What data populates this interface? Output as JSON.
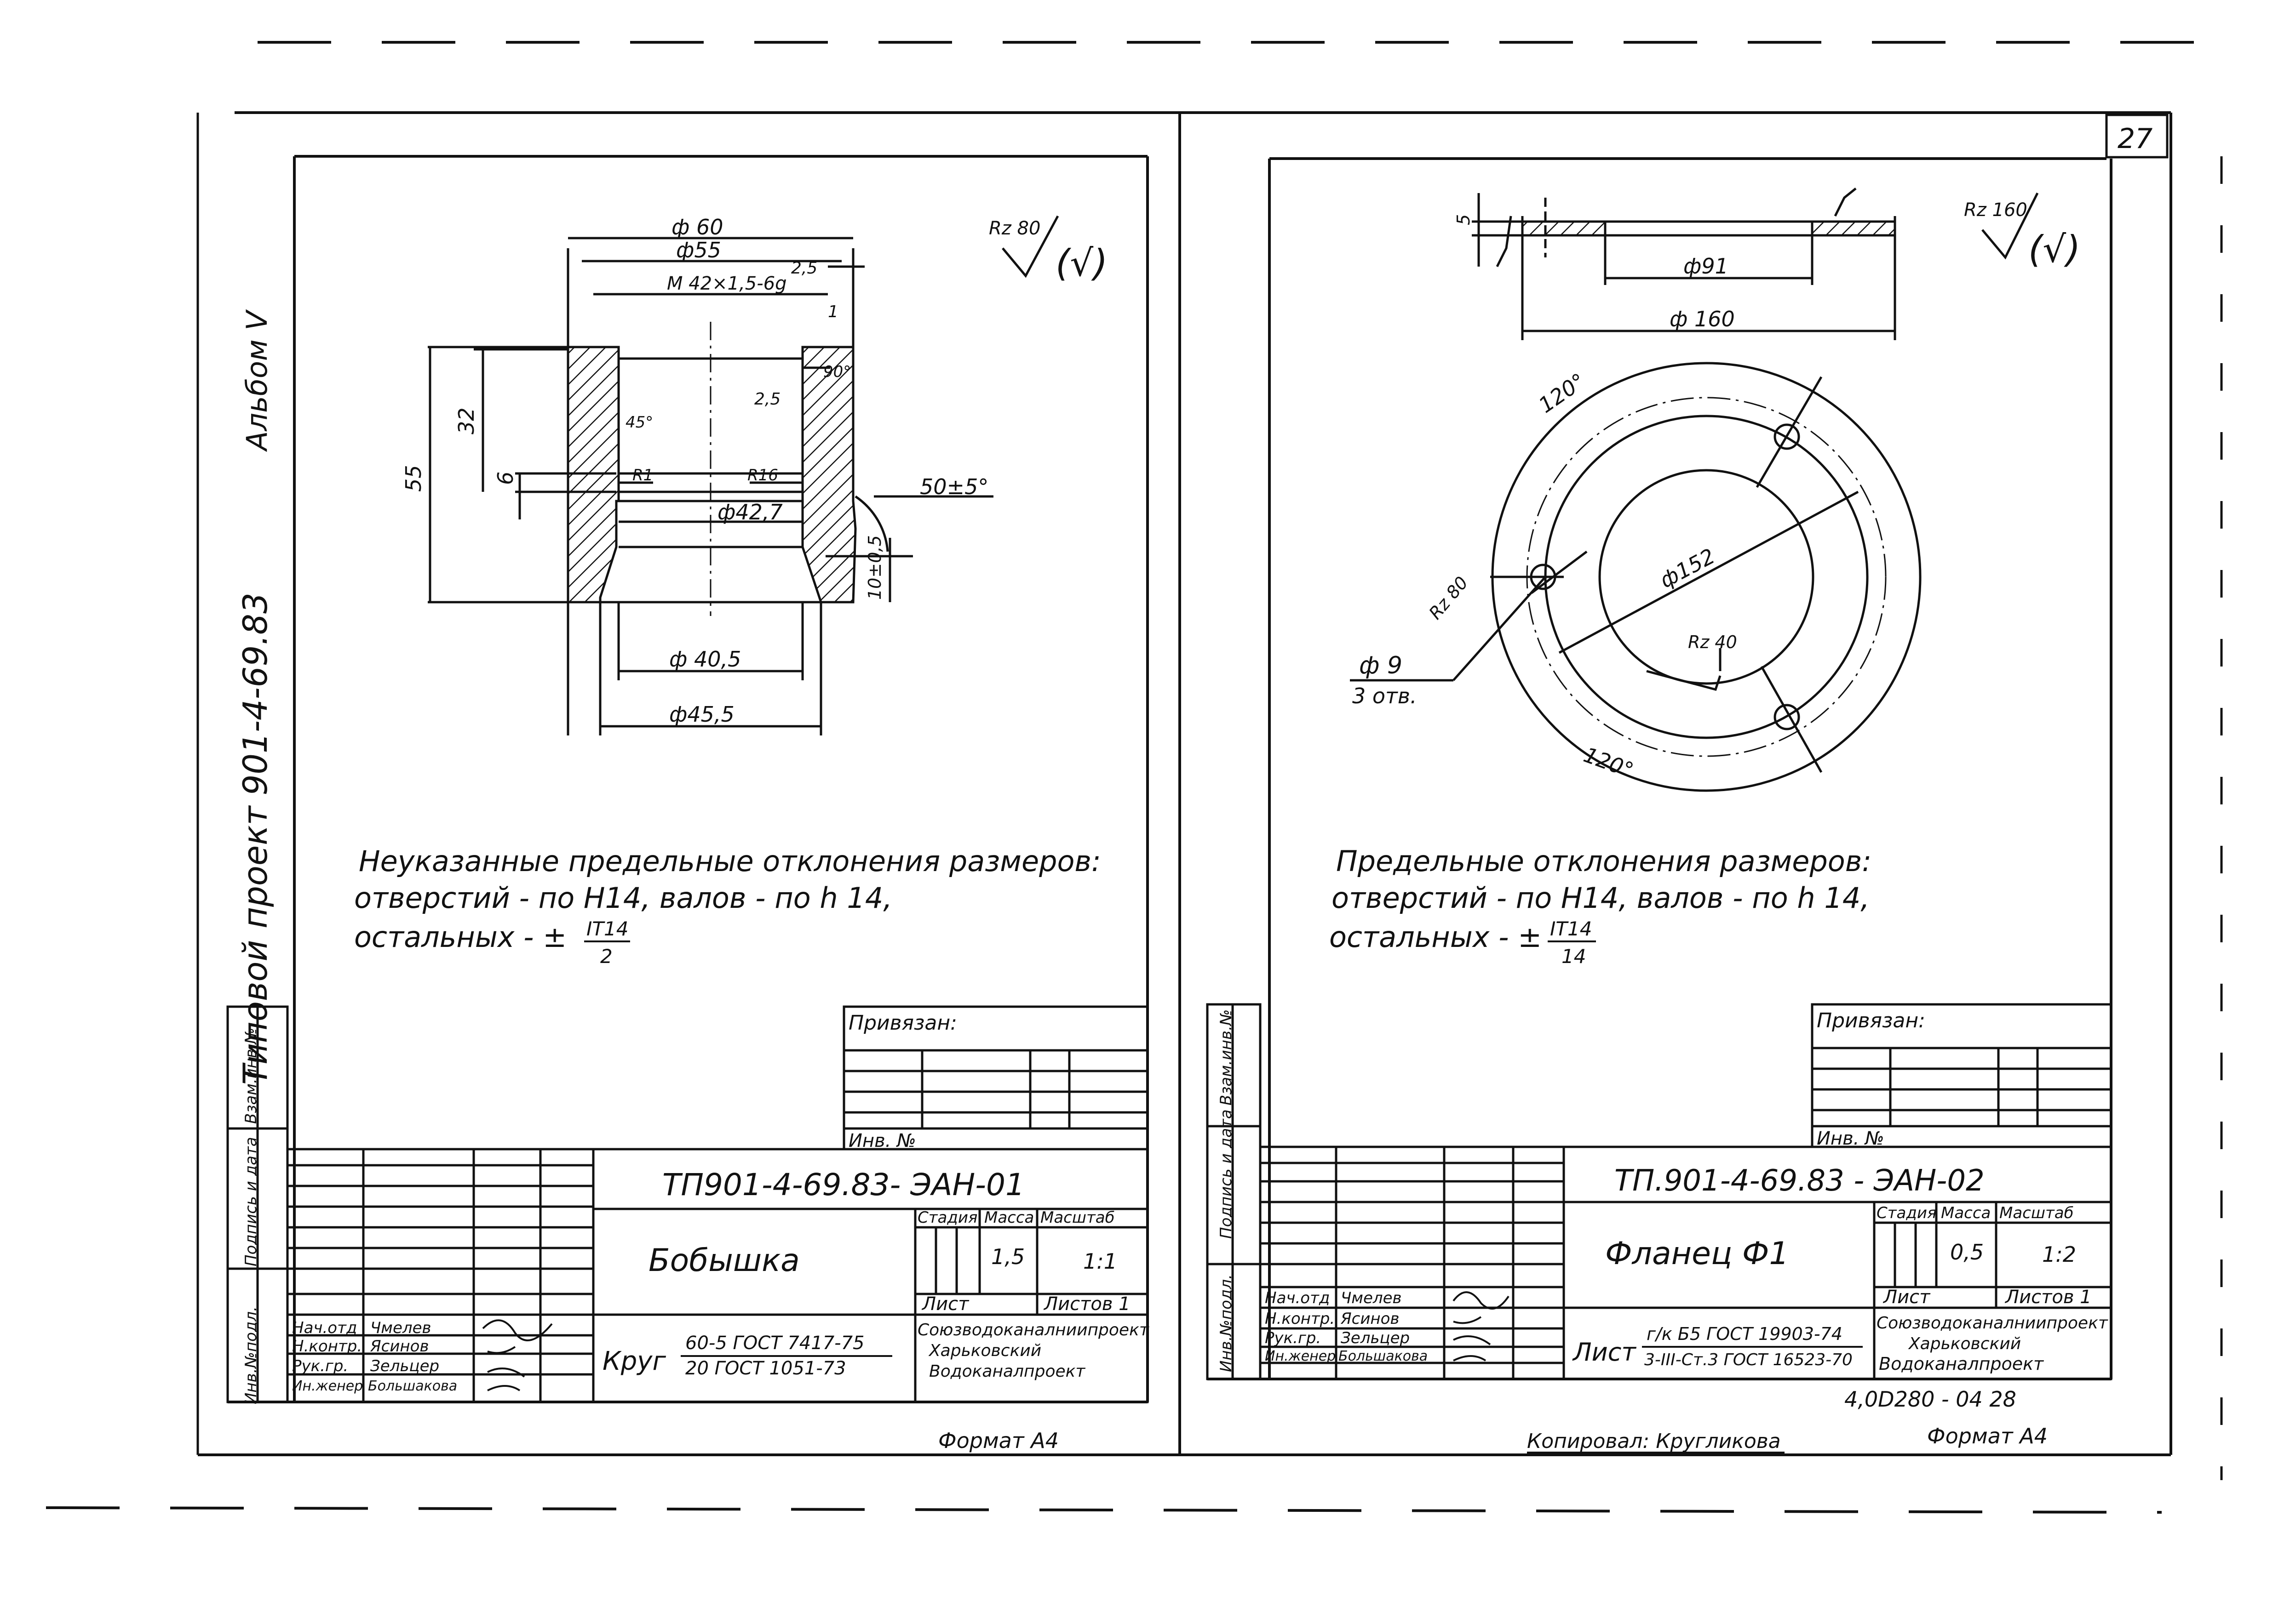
{
  "page_number": "27",
  "side_title": {
    "series": "Типовой",
    "project": "проект 901-4-69.83",
    "album": "Альбом V"
  },
  "side_stamp": {
    "inv_orig": "Инв.№подл.",
    "sign_date": "Подпись и дата",
    "inv_replace": "Взам.инв.№"
  },
  "left_sheet": {
    "roughness": {
      "label": "Rz 80",
      "mark": "(√)"
    },
    "dims": {
      "d60": "ф 60",
      "d55": "ф55",
      "thread": "М 42×1,5-6g",
      "d2_5a": "2,5",
      "d1": "1",
      "d2_5b": "2,5",
      "a90": "90°",
      "a45": "45°",
      "r1": "R1",
      "r16": "R16",
      "d42_7": "ф42,7",
      "h55": "55",
      "h32": "32",
      "h6": "6",
      "angle50": "50±5°",
      "h10": "10±0,5",
      "d40_5": "ф 40,5",
      "d45_5": "ф45,5"
    },
    "notes": [
      "Неуказанные предельные отклонения размеров:",
      "отверстий - по H14, валов - по h 14,",
      "остальных  - ±"
    ],
    "fraction": {
      "num": "IT14",
      "den": "2"
    },
    "bound": "Привязан:",
    "inv_no": "Инв. №",
    "designation": "ТП901-4-69.83- ЭАН-01",
    "part_name": "Бобышка",
    "cols": {
      "stage": "Стадия",
      "mass": "Масса",
      "scale": "Масштаб"
    },
    "mass_value": "1,5",
    "scale_value": "1:1",
    "sheet_label": "Лист",
    "sheets_label": "Листов 1",
    "org": [
      "Союзводоканалниипроект",
      "Харьковский",
      "Водоканалпроект"
    ],
    "roles": [
      "Нач.отд",
      "Н.контр.",
      "Рук.гр.",
      "Ин.женер"
    ],
    "names": [
      "Чмелев",
      "Ясинов",
      "Зельцер",
      "Большакова"
    ],
    "material_prefix": "Круг",
    "material_top": "60-5 ГОСТ 7417-75",
    "material_bottom": "20 ГОСТ 1051-73",
    "format": "Формат А4"
  },
  "right_sheet": {
    "roughness": {
      "label": "Rz 160",
      "mark": "(√)"
    },
    "dims": {
      "h5": "5",
      "d91": "ф91",
      "d160": "ф 160",
      "a120a": "120°",
      "a120b": "120°",
      "d152": "ф152",
      "rz80": "Rz 80",
      "rz40": "Rz 40",
      "holes_d": "ф 9",
      "holes_n": "3 отв."
    },
    "notes": [
      "Предельные отклонения размеров:",
      "отверстий - по H14, валов - по h 14,",
      "остальных - ±"
    ],
    "fraction": {
      "num": "IT14",
      "den": "14"
    },
    "bound": "Привязан:",
    "inv_no": "Инв. №",
    "designation": "ТП.901-4-69.83 - ЭАН-02",
    "part_name": "Фланец Ф1",
    "cols": {
      "stage": "Стадия",
      "mass": "Масса",
      "scale": "Масштаб"
    },
    "mass_value": "0,5",
    "scale_value": "1:2",
    "sheet_label": "Лист",
    "sheets_label": "Листов 1",
    "org": [
      "Союзводоканалниипроект",
      "Харьковский",
      "Водоканалпроект"
    ],
    "roles": [
      "Нач.отд",
      "Н.контр.",
      "Рук.гр.",
      "Ин.женер"
    ],
    "names": [
      "Чмелев",
      "Ясинов",
      "Зельцер",
      "Большакова"
    ],
    "material_prefix": "Лист",
    "material_top": "г/к Б5 ГОСТ 19903-74",
    "material_bottom": "3-III-Ст.3 ГОСТ 16523-70",
    "doc_code": "4,0D280 - 04    28",
    "copied": "Копировал: Кругликова",
    "format": "Формат А4"
  }
}
